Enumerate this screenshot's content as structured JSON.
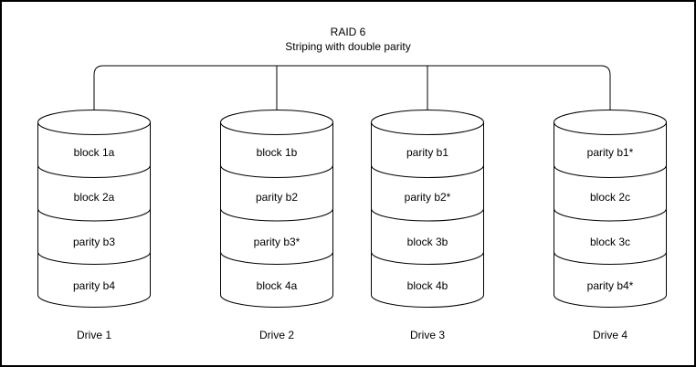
{
  "title": {
    "line1": "RAID 6",
    "line2": "Striping with double parity"
  },
  "drives": [
    {
      "name": "Drive 1",
      "blocks": [
        "block 1a",
        "block 2a",
        "parity b3",
        "parity b4"
      ]
    },
    {
      "name": "Drive 2",
      "blocks": [
        "block 1b",
        "parity b2",
        "parity b3*",
        "block 4a"
      ]
    },
    {
      "name": "Drive 3",
      "blocks": [
        "parity b1",
        "parity b2*",
        "block 3b",
        "block 4b"
      ]
    },
    {
      "name": "Drive 4",
      "blocks": [
        "parity b1*",
        "block 2c",
        "block 3c",
        "parity b4*"
      ]
    }
  ],
  "colors": {
    "stroke": "#000000",
    "background": "#ffffff",
    "text": "#000000"
  }
}
